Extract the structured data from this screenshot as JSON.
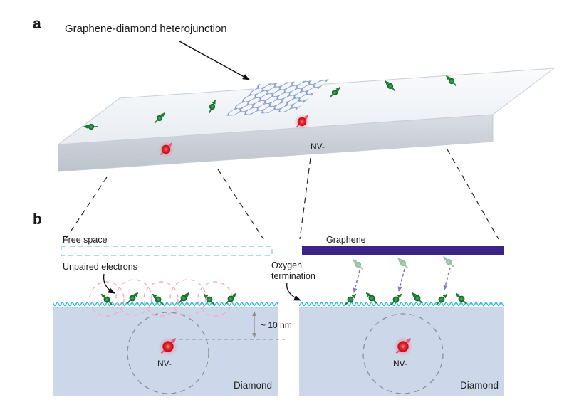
{
  "figure": {
    "panel_a": {
      "label": "a",
      "title": "Graphene-diamond heterojunction",
      "nv_label": "NV-"
    },
    "panel_b": {
      "label": "b",
      "left": {
        "free_space_label": "Free space",
        "unpaired_electrons_label": "Unpaired electrons",
        "nv_label": "NV-",
        "depth_label": "~ 10 nm",
        "material_label": "Diamond"
      },
      "right": {
        "graphene_label": "Graphene",
        "oxygen_line1": "Oxygen",
        "oxygen_line2": "termination",
        "nv_label": "NV-",
        "material_label": "Diamond"
      }
    }
  },
  "colors": {
    "diamond_fill": "#ccd7ea",
    "surface_zigzag": "#35bcd9",
    "graphene_bar": "#3b2486",
    "spin_green": "#1d7a31",
    "nv_red": "#e11c28",
    "nv_arrow_pink": "#ee5577",
    "pink_dashed_circle": "#f4abc8",
    "lattice_blue": "#7f95c2",
    "callout_dash": "#222222"
  }
}
